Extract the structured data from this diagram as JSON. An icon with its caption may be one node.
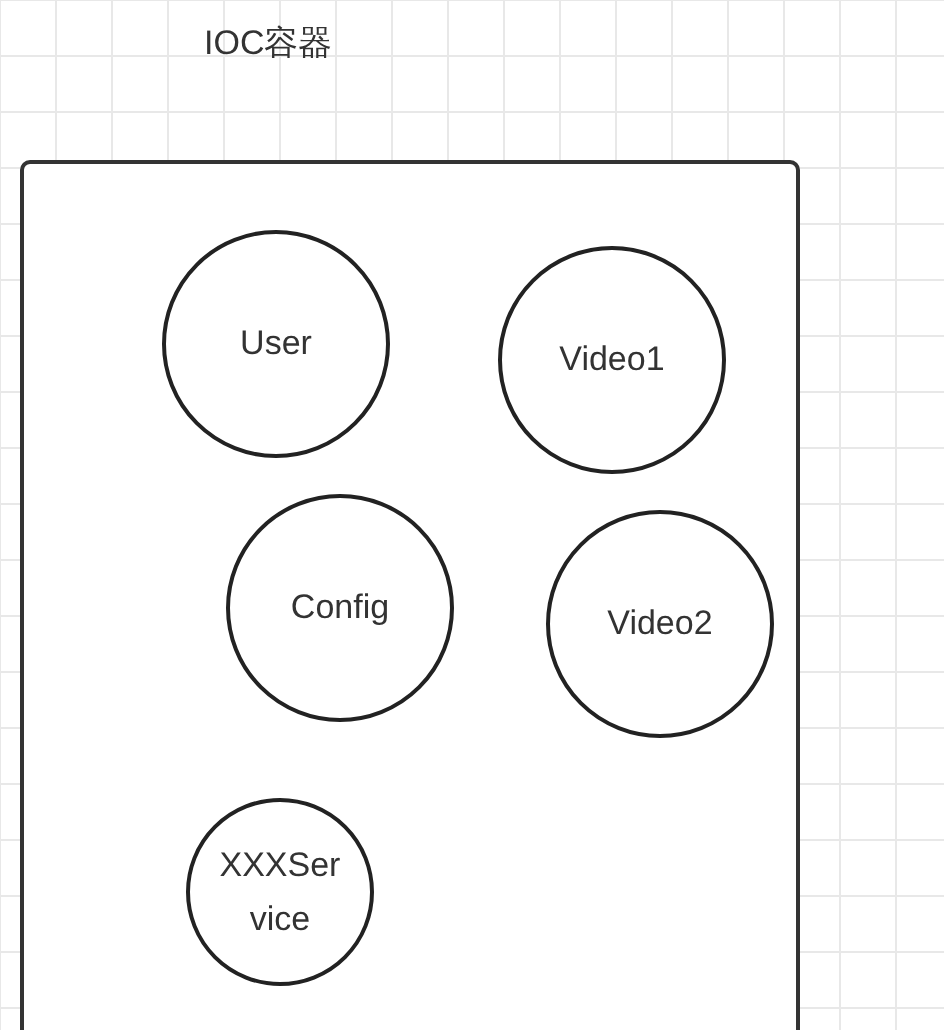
{
  "diagram": {
    "nodes": [
      {
        "text": [
          "IOC容器"
        ]
      },
      {
        "text": [
          "User"
        ],
        "in": 0
      },
      {
        "text": [
          "Video1"
        ],
        "in": 0
      },
      {
        "text": [
          "Config"
        ],
        "in": 0
      },
      {
        "text": [
          "Video2"
        ],
        "in": 0
      },
      {
        "text": [
          "XXXSer vice"
        ],
        "in": 0
      }
    ]
  }
}
